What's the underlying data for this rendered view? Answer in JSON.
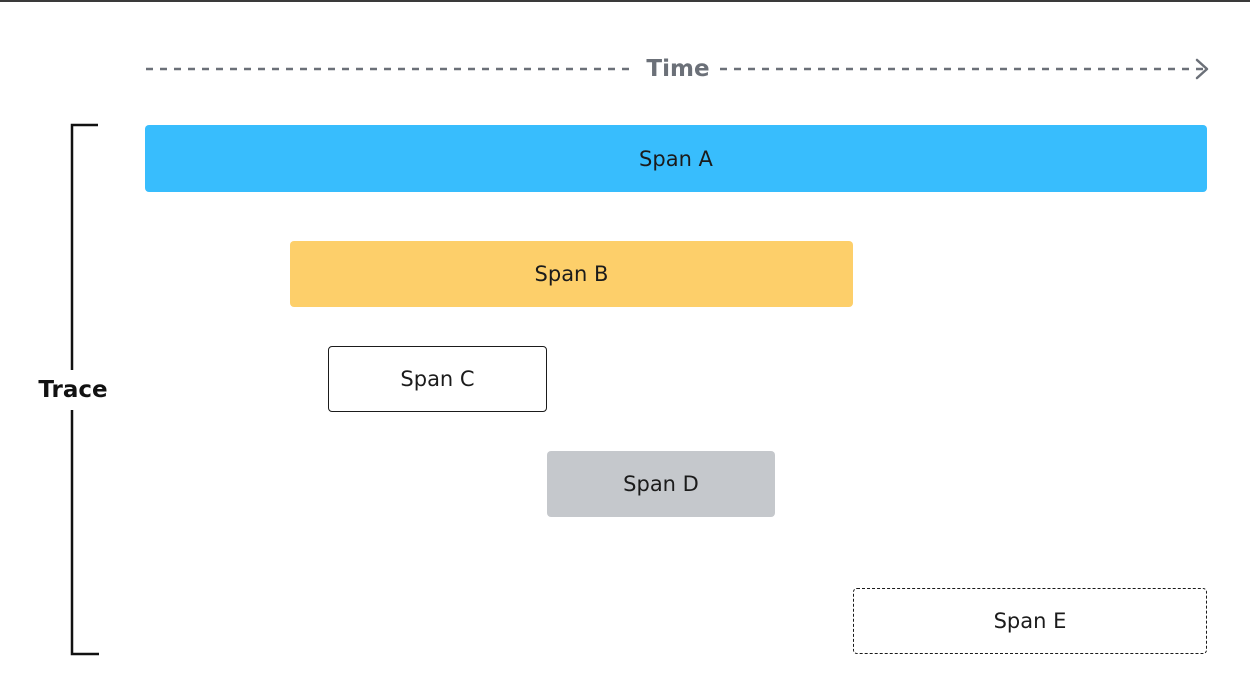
{
  "axis": {
    "label": "Time"
  },
  "trace": {
    "label": "Trace"
  },
  "spans": [
    {
      "label": "Span A",
      "fill": "#38bdfd",
      "border": "none"
    },
    {
      "label": "Span B",
      "fill": "#fdcf6a",
      "border": "none"
    },
    {
      "label": "Span C",
      "fill": "#ffffff",
      "border": "solid"
    },
    {
      "label": "Span D",
      "fill": "#c5c8cc",
      "border": "none"
    },
    {
      "label": "Span E",
      "fill": "#ffffff",
      "border": "dashed"
    }
  ],
  "colors": {
    "axis": "#6b7078",
    "bracket": "#111111",
    "text": "#1b1b1b"
  }
}
